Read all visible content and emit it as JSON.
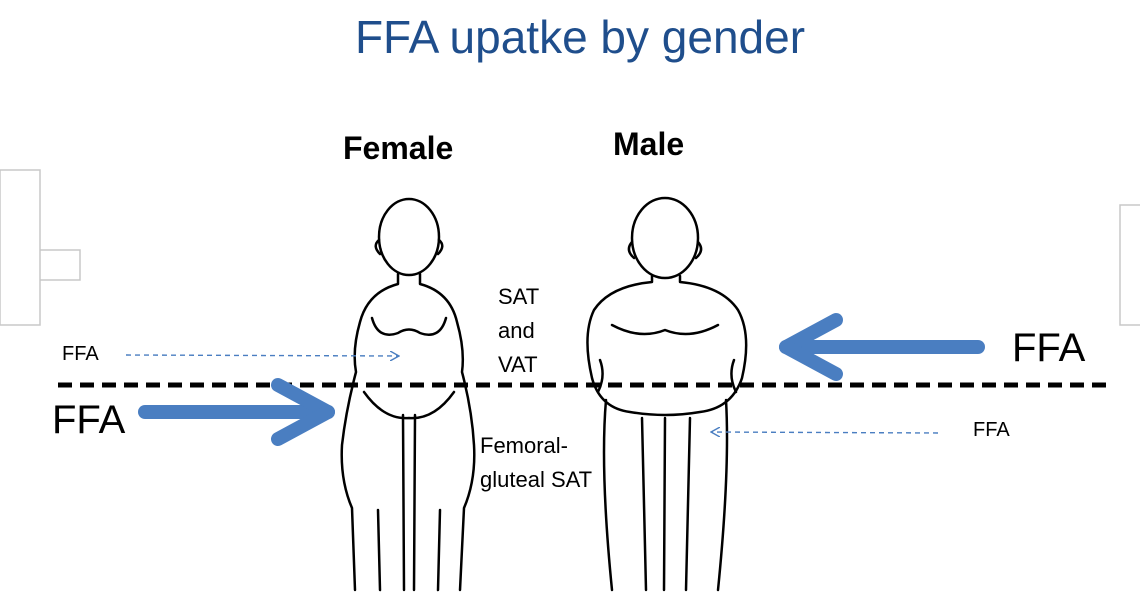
{
  "title": "FFA upatke by gender",
  "labels": {
    "female": "Female",
    "male": "Male",
    "sat_and_vat": [
      "SAT",
      "and",
      "VAT"
    ],
    "femoral_gluteal": [
      "Femoral-",
      "gluteal SAT"
    ],
    "ffa_left_small": "FFA",
    "ffa_left_big": "FFA",
    "ffa_right_big": "FFA",
    "ffa_right_small": "FFA"
  },
  "colors": {
    "title": "#1f4e8c",
    "arrow": "#4a7ec1",
    "outline": "#000000",
    "watermark": "#c8c8c8"
  }
}
